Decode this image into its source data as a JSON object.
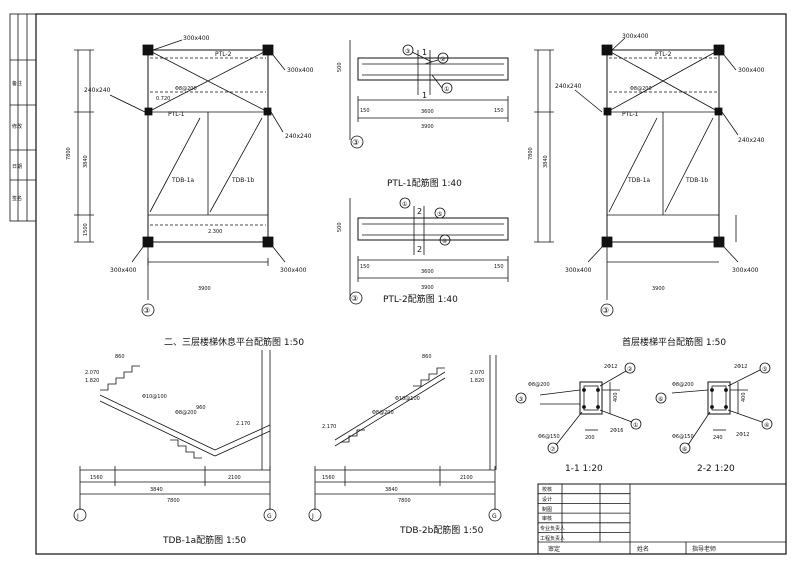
{
  "titles": {
    "plan_upper": "二、三层楼梯休息平台配筋图 1:50",
    "plan_ground": "首层楼梯平台配筋图 1:50",
    "ptl1": "PTL-1配筋图 1:40",
    "ptl2": "PTL-2配筋图 1:40",
    "tdb1a": "TDB-1a配筋图 1:50",
    "tdb2b": "TDB-2b配筋图 1:50",
    "sec11": "1-1 1:20",
    "sec22": "2-2 1:20"
  },
  "plan_labels": {
    "col_top": "300x400",
    "col_side": "300x400",
    "col_mid": "240x240",
    "ptl2": "PTL-2",
    "ptl1": "PTL-1",
    "rebar": "Φ8@200",
    "elev_a": "0.720",
    "elev_b": "2.300",
    "slab_a": "TDB-1a",
    "slab_b": "TDB-1b",
    "dim_width": "3900",
    "dim_total": "7800",
    "dim_inner": "3840",
    "dim_side": "1500",
    "axis": "③"
  },
  "ptl_labels": {
    "d_3900": "3900",
    "d_3600": "3600",
    "d_150": "150",
    "d_500": "500",
    "m1": "①",
    "m2": "②",
    "m3": "③",
    "m4": "④",
    "m5": "⑤",
    "sec1": "1",
    "sec2": "2",
    "axis": "③"
  },
  "stair_labels": {
    "d_1560": "1560",
    "d_3840": "3840",
    "d_2100": "2100",
    "d_7800": "7800",
    "d_860": "860",
    "d_960": "960",
    "r1": "Φ10@100",
    "r2": "Φ8@200",
    "e1": "2.070",
    "e2": "1.820",
    "e3": "2.170",
    "axis_j": "J",
    "axis_g": "G"
  },
  "section_labels": {
    "r1": "2Φ12",
    "r2": "2Φ16",
    "r3": "Φ8@200",
    "r4": "Φ6@150",
    "d_200": "200",
    "d_240": "240",
    "d_400": "400",
    "m1": "①",
    "m2": "②",
    "m3": "③",
    "m4": "④",
    "m5": "⑤",
    "m6": "⑥",
    "m7": "⑦"
  },
  "left_strip": {
    "a": "备注",
    "b": "修改",
    "c": "日期",
    "d": "签名"
  },
  "title_block": {
    "rows": [
      "校核",
      "设计",
      "制图",
      "审核",
      "专业负责人",
      "工程负责人"
    ],
    "approve": "审定",
    "name": "姓名",
    "advisor": "指导老师"
  }
}
